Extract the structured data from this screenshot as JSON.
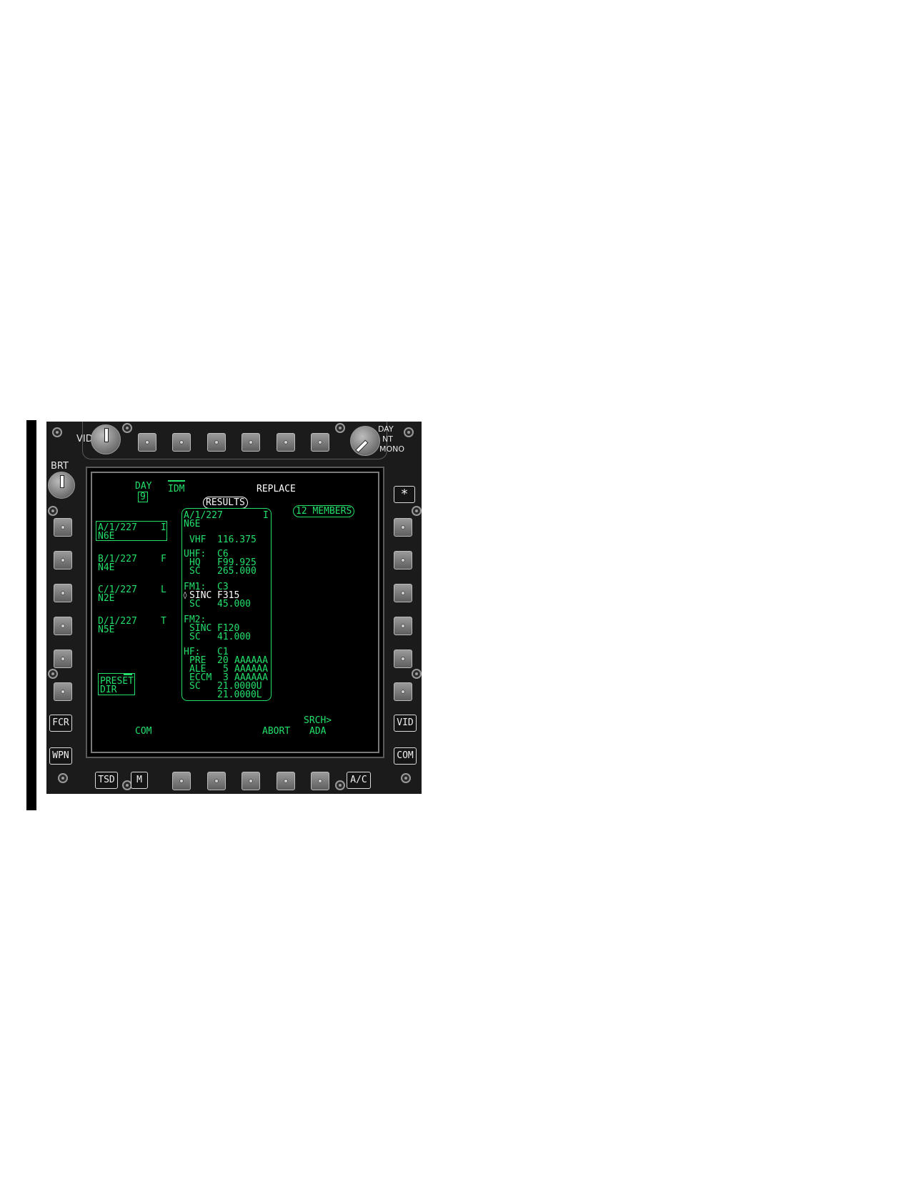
{
  "bezel": {
    "vid_knob_label": "VID",
    "brt_knob_label": "BRT",
    "mode_knob_labels": [
      "DAY",
      "NT",
      "MONO"
    ],
    "asterisk_label": "*",
    "left_labels": [
      "FCR",
      "WPN"
    ],
    "right_labels": [
      "VID",
      "COM"
    ],
    "bottom_left_labels": [
      "TSD",
      "M"
    ],
    "bottom_right_label": "A/C"
  },
  "screen": {
    "day_label": "DAY",
    "day_value": "9",
    "idm_label": "IDM",
    "replace_label": "REPLACE",
    "results_label": "RESULTS",
    "members_label": "12 MEMBERS",
    "units": [
      {
        "call": "A/1/227",
        "code": "I",
        "net": "N6E",
        "selected": true
      },
      {
        "call": "B/1/227",
        "code": "F",
        "net": "N4E"
      },
      {
        "call": "C/1/227",
        "code": "L",
        "net": "N2E"
      },
      {
        "call": "D/1/227",
        "code": "T",
        "net": "N5E"
      }
    ],
    "preset_dir": [
      "PRESET",
      "DIR"
    ],
    "detail": {
      "unit": "A/1/227",
      "code": "I",
      "net": "N6E",
      "vhf_label": "VHF",
      "vhf_value": "116.375",
      "uhf_label": "UHF:",
      "uhf_value": "C6",
      "uhf_hq_label": "HQ",
      "uhf_hq_value": "F99.925",
      "uhf_sc_label": "SC",
      "uhf_sc_value": "265.000",
      "fm1_label": "FM1:",
      "fm1_value": "C3",
      "fm1_sinc_label": "SINC",
      "fm1_sinc_value": "F315",
      "fm1_sc_label": "SC",
      "fm1_sc_value": "45.000",
      "fm2_label": "FM2:",
      "fm2_sinc_label": "SINC",
      "fm2_sinc_value": "F120",
      "fm2_sc_label": "SC",
      "fm2_sc_value": "41.000",
      "hf_label": "HF:",
      "hf_value": "C1",
      "hf_pre_label": "PRE",
      "hf_pre_num": "20",
      "hf_pre_code": "AAAAAA",
      "hf_ale_label": "ALE",
      "hf_ale_num": "5",
      "hf_ale_code": "AAAAAA",
      "hf_eccm_label": "ECCM",
      "hf_eccm_num": "3",
      "hf_eccm_code": "AAAAAA",
      "hf_sc_label": "SC",
      "hf_sc_value1": "21.0000U",
      "hf_sc_value2": "21.0000L"
    },
    "bottom": {
      "com": "COM",
      "abort": "ABORT",
      "srch": "SRCH>",
      "ada": "ADA"
    }
  }
}
